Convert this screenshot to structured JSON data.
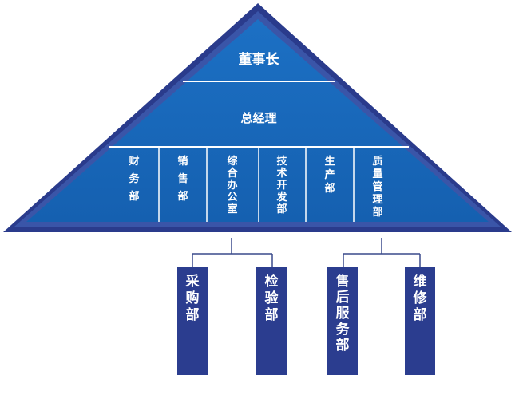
{
  "pyramid": {
    "chairman": "董事长",
    "general_manager": "总经理",
    "departments": [
      {
        "id": "finance",
        "label": "财务部"
      },
      {
        "id": "sales",
        "label": "销售部"
      },
      {
        "id": "general-office",
        "label": "综合办公室"
      },
      {
        "id": "tech-dev",
        "label": "技术开发部"
      },
      {
        "id": "production",
        "label": "生产部"
      },
      {
        "id": "quality",
        "label": "质量管理部"
      }
    ]
  },
  "sub_departments": [
    {
      "id": "purchasing",
      "label": "采购部",
      "parent": "general-office"
    },
    {
      "id": "inspection",
      "label": "检验部",
      "parent": "general-office"
    },
    {
      "id": "after-sales",
      "label": "售后服务部",
      "parent": "quality"
    },
    {
      "id": "maintenance",
      "label": "维修部",
      "parent": "quality"
    }
  ],
  "colors": {
    "primary_blue": "#1b6bbf",
    "dark_blue": "#2b3d8f",
    "navy": "#2a3b8c",
    "connector": "#3a4a8c",
    "divider": "#ffffff"
  }
}
